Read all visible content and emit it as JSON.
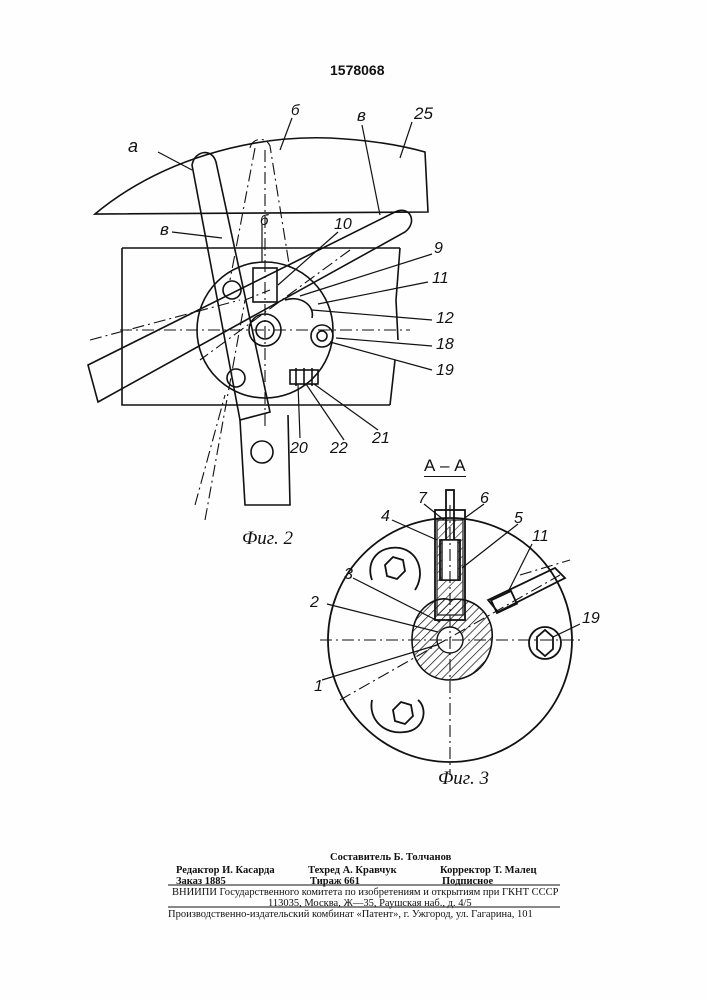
{
  "patent_number": "1578068",
  "figures": {
    "fig2": {
      "caption": "Фиг. 2",
      "labels": {
        "a": "а",
        "b_top": "б",
        "v_top": "в",
        "n25": "25",
        "v_left": "в",
        "b_mid": "б",
        "n10": "10",
        "n9": "9",
        "n11": "11",
        "n12": "12",
        "n18": "18",
        "n19": "19",
        "n20": "20",
        "n22": "22",
        "n21": "21"
      }
    },
    "section_label": "А – А",
    "fig3": {
      "caption": "Фиг. 3",
      "labels": {
        "n7": "7",
        "n6": "6",
        "n4": "4",
        "n5": "5",
        "n11": "11",
        "n3": "3",
        "n2": "2",
        "n19": "19",
        "n1": "1"
      }
    }
  },
  "imprint": {
    "compiler": "Составитель Б. Толчанов",
    "editor": "Редактор И. Касарда",
    "techred": "Техред А. Кравчук",
    "corrector": "Корректор Т. Малец",
    "order": "Заказ 1885",
    "circulation": "Тираж 661",
    "subscription": "Подписное",
    "org_line": "ВНИИПИ Государственного комитета по изобретениям и открытиям при ГКНТ СССР",
    "address_line": "113035, Москва, Ж—35, Раушская наб., д. 4/5",
    "plant_line": "Производственно-издательский комбинат «Патент», г. Ужгород, ул. Гагарина, 101"
  }
}
